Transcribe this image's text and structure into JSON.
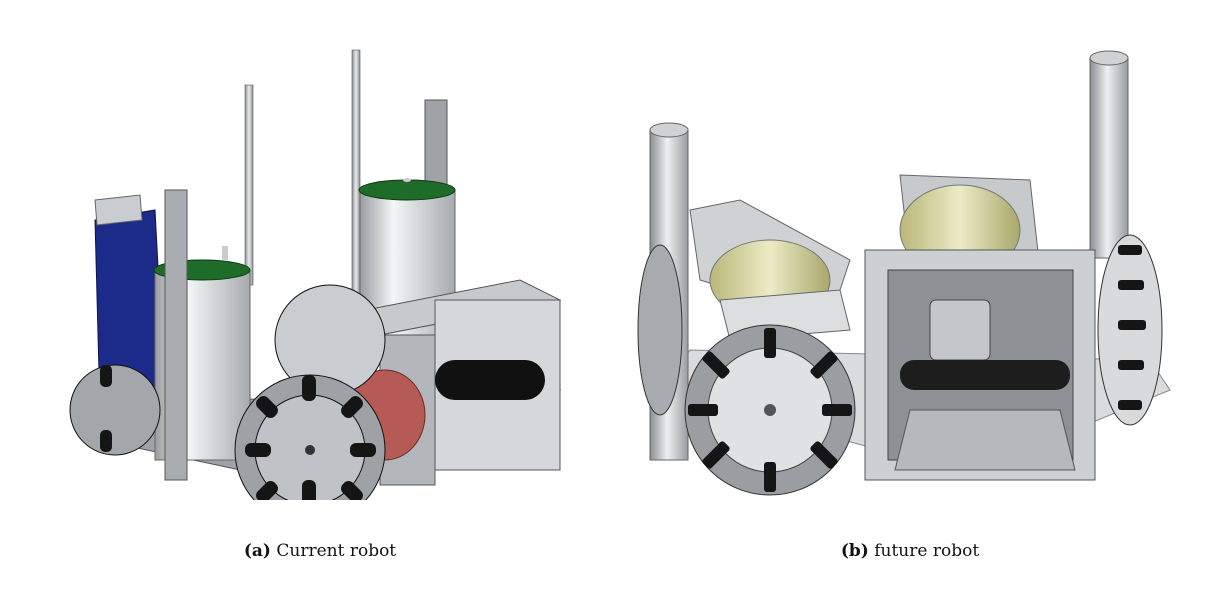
{
  "figure": {
    "panels": [
      {
        "tag": "(a)",
        "caption": "Current robot"
      },
      {
        "tag": "(b)",
        "caption": "future robot"
      }
    ]
  },
  "colors": {
    "metal": "#c9ccd0",
    "metal_dark": "#8e9297",
    "motor_cap_green": "#1e6b2a",
    "battery_blue": "#1c2a8a",
    "wheel_black": "#151515",
    "gear_red": "#b65a55",
    "glass_yellow": "#d8d6a0"
  }
}
